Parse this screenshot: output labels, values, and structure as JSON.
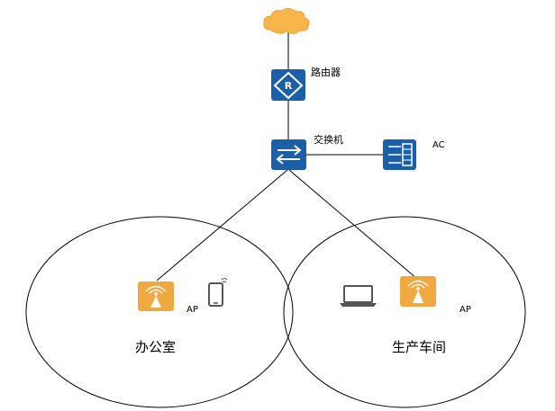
{
  "nodes": {
    "router": {
      "label": "路由器",
      "icon": "router-icon"
    },
    "switch": {
      "label": "交换机",
      "icon": "switch-icon"
    },
    "ac": {
      "label": "AC",
      "icon": "access-controller-icon"
    },
    "ap_office": {
      "label": "AP",
      "icon": "wireless-ap-icon"
    },
    "ap_workshop": {
      "label": "AP",
      "icon": "wireless-ap-icon"
    },
    "cloud": {
      "icon": "cloud-icon"
    },
    "phone": {
      "icon": "smartphone-icon"
    },
    "laptop": {
      "icon": "laptop-icon"
    }
  },
  "areas": {
    "office": {
      "label": "办公室"
    },
    "workshop": {
      "label": "生产车间"
    }
  },
  "colors": {
    "network_blue": "#1a5fa8",
    "ap_orange": "#f0a840",
    "cloud_orange": "#f7b54a",
    "device_gray": "#555555",
    "line": "#000000"
  }
}
